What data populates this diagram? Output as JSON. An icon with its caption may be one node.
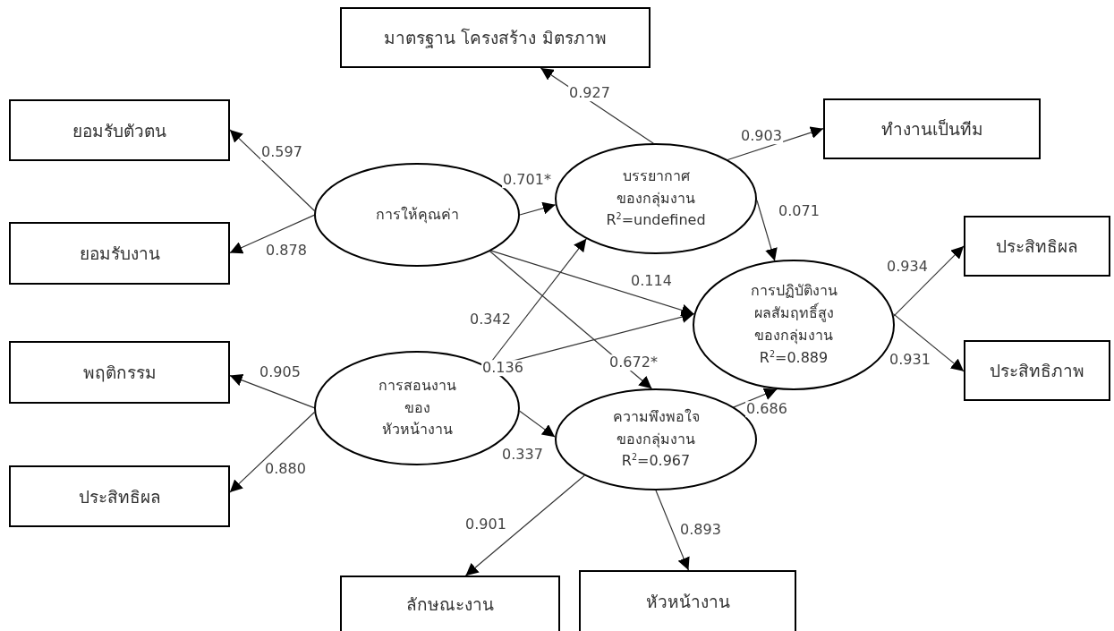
{
  "diagram": {
    "nodes": [
      {
        "text": [
          "มาตรฐาน โครงสร้าง มิตรภาพ"
        ]
      },
      {
        "text": [
          "ยอมรับตัวตน"
        ]
      },
      {
        "text": [
          "ยอมรับงาน"
        ]
      },
      {
        "text": [
          "การให้คุณค่า"
        ]
      },
      {
        "text": [
          "บรรยากาศ",
          "ของกลุ่มงาน",
          "R$^{2}$=undefined"
        ]
      },
      {
        "text": [
          "ทำงานเป็นทีม"
        ]
      },
      {
        "text": [
          "การปฏิบัติงาน",
          "ผลสัมฤทธิ์สูง",
          "ของกลุ่มงาน",
          "R$^{2}$=0.889"
        ]
      },
      {
        "text": [
          "ประสิทธิผล"
        ]
      },
      {
        "text": [
          "ประสิทธิภาพ"
        ]
      },
      {
        "text": [
          "พฤติกรรม"
        ]
      },
      {
        "text": [
          "การสอนงาน",
          "ของ",
          "หัวหน้างาน"
        ]
      },
      {
        "text": [
          "ประสิทธิผล"
        ]
      },
      {
        "text": [
          "ความพึงพอใจ",
          "ของกลุ่มงาน",
          "R$^{2}$=0.967"
        ]
      },
      {
        "text": [
          "ลักษณะงาน"
        ]
      },
      {
        "text": [
          "หัวหน้างาน"
        ]
      }
    ],
    "edges": [
      {
        "from": 3,
        "to": 1,
        "arrow": "to",
        "label": "0.597"
      },
      {
        "from": 3,
        "to": 2,
        "arrow": "to",
        "label": "0.878"
      },
      {
        "from": 3,
        "to": 4,
        "arrow": "to",
        "label": "0.701*"
      },
      {
        "from": 4,
        "to": 0,
        "arrow": "to",
        "label": "0.927"
      },
      {
        "from": 4,
        "to": 5,
        "arrow": "to",
        "label": "0.903"
      },
      {
        "from": 4,
        "to": 6,
        "arrow": "to",
        "label": "0.071"
      },
      {
        "from": 3,
        "to": 6,
        "arrow": "to",
        "label": "0.114"
      },
      {
        "from": 3,
        "to": 12,
        "arrow": "to",
        "label": "0.672*"
      },
      {
        "from": 10,
        "to": 4,
        "arrow": "to",
        "label": "0.342"
      },
      {
        "from": 10,
        "to": 6,
        "arrow": "to",
        "label": "0.136"
      },
      {
        "from": 10,
        "to": 12,
        "arrow": "to",
        "label": "0.337"
      },
      {
        "from": 10,
        "to": 9,
        "arrow": "to",
        "label": "0.905"
      },
      {
        "from": 10,
        "to": 11,
        "arrow": "to",
        "label": "0.880"
      },
      {
        "from": 12,
        "to": 6,
        "arrow": "to",
        "label": "0.686"
      },
      {
        "from": 6,
        "to": 7,
        "arrow": "to",
        "label": "0.934"
      },
      {
        "from": 6,
        "to": 8,
        "arrow": "to",
        "label": "0.931"
      },
      {
        "from": 12,
        "to": 13,
        "arrow": "to",
        "label": "0.901"
      },
      {
        "from": 12,
        "to": 14,
        "arrow": "to",
        "label": "0.893"
      }
    ]
  }
}
